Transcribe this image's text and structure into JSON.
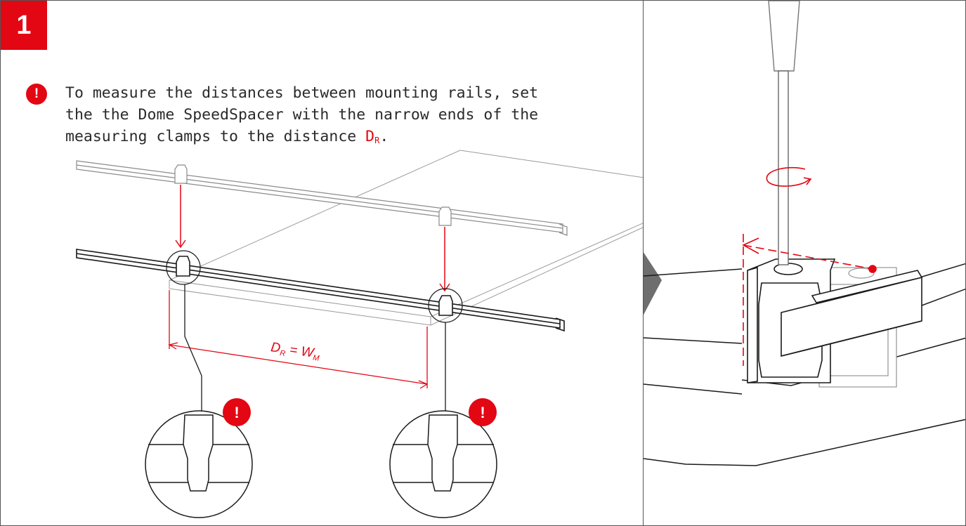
{
  "step": {
    "number": "1"
  },
  "note": {
    "icon": "exclamation-icon",
    "text_main": "To measure the distances between mounting rails, set the the Dome SpeedSpacer with the narrow ends of the measuring clamps to the distance ",
    "symbol": "D",
    "symbol_sub": "R",
    "text_end": "."
  },
  "dimension": {
    "lhs": "D",
    "lhs_sub": "R",
    "equals": " = ",
    "rhs": "W",
    "rhs_sub": "M"
  },
  "detail_warning_mark": "!",
  "colors": {
    "accent": "#e30613",
    "line": "#1a1a1a",
    "faint": "#9a9a9a"
  }
}
